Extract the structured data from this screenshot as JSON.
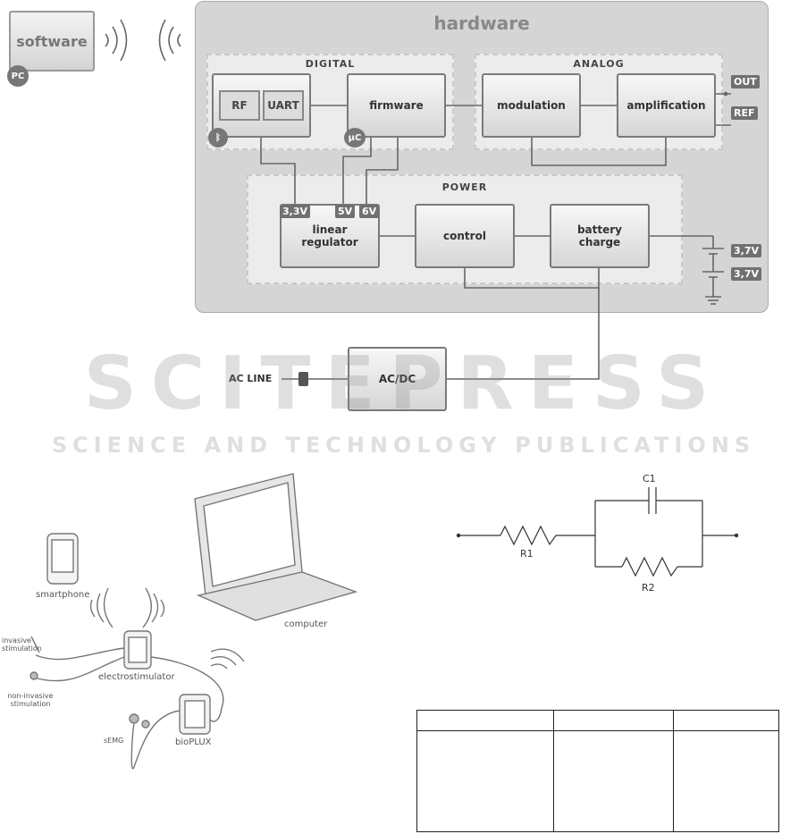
{
  "block_diagram": {
    "software_label": "software",
    "pc_badge": "PC",
    "hardware_title": "hardware",
    "digital_title": "DIGITAL",
    "analog_title": "ANALOG",
    "power_title": "POWER",
    "rf_label": "RF",
    "uart_label": "UART",
    "firmware_label": "firmware",
    "uc_badge": "µC",
    "modulation_label": "modulation",
    "amplification_label": "amplification",
    "out_tag": "OUT",
    "ref_tag": "REF",
    "tag_3v3": "3,3V",
    "tag_5v": "5V",
    "tag_6v": "6V",
    "linear_regulator_label": "linear regulator",
    "control_label": "control",
    "battery_charge_label": "battery charge",
    "battery_tag_1": "3,7V",
    "battery_tag_2": "3,7V",
    "ac_line_label": "AC LINE",
    "acdc_label": "AC/DC"
  },
  "watermark": {
    "title": "SCITEPRESS",
    "subtitle": "SCIENCE AND TECHNOLOGY PUBLICATIONS"
  },
  "system_sketch": {
    "smartphone_label": "smartphone",
    "computer_label": "computer",
    "invasive_label": "invasive stimulation",
    "electrostimulator_label": "electrostimulator",
    "noninvasive_label": "non-invasive stimulation",
    "semg_label": "sEMG",
    "bioplux_label": "bioPLUX"
  },
  "circuit": {
    "c1_label": "C1",
    "r1_label": "R1",
    "r2_label": "R2"
  },
  "table": {
    "columns": 3,
    "rows": 2
  }
}
